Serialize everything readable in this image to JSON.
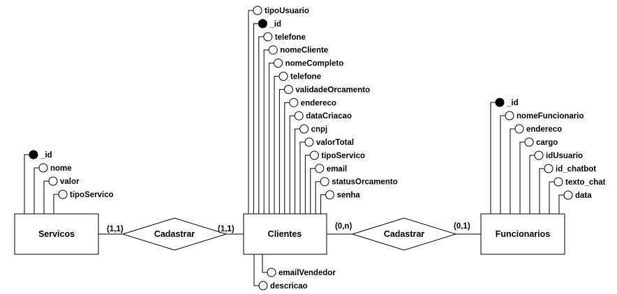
{
  "entities": {
    "servicos": "Servicos",
    "clientes": "Clientes",
    "funcionarios": "Funcionarios"
  },
  "relationships": {
    "left": "Cadastrar",
    "right": "Cadastrar"
  },
  "cardinalities": {
    "servicos_left": "(1,1)",
    "clientes_left": "(1,1)",
    "clientes_right": "(0,n)",
    "funcionarios_right": "(0,1)"
  },
  "attributes": {
    "servicos": [
      "_id",
      "nome",
      "valor",
      "tipoServico"
    ],
    "clientes_top": [
      "tipoUsuario",
      "_id",
      "telefone",
      "nomeCliente",
      "nomeCompleto",
      "telefone",
      "validadeOrcamento",
      "endereco",
      "dataCriacao",
      "cnpj",
      "valorTotal",
      "tipoServico",
      "email",
      "statusOrcamento",
      "senha"
    ],
    "clientes_bottom": [
      "emailVendedor",
      "descricao"
    ],
    "funcionarios": [
      "_id",
      "nomeFuncionario",
      "endereco",
      "cargo",
      "idUsuario",
      "id_chatbot",
      "texto_chat",
      "data"
    ]
  },
  "keys": {
    "servicos": [
      true,
      false,
      false,
      false
    ],
    "clientes_top": [
      false,
      true,
      false,
      false,
      false,
      false,
      false,
      false,
      false,
      false,
      false,
      false,
      false,
      false,
      false
    ],
    "funcionarios": [
      true,
      false,
      false,
      false,
      false,
      false,
      false,
      false
    ]
  }
}
